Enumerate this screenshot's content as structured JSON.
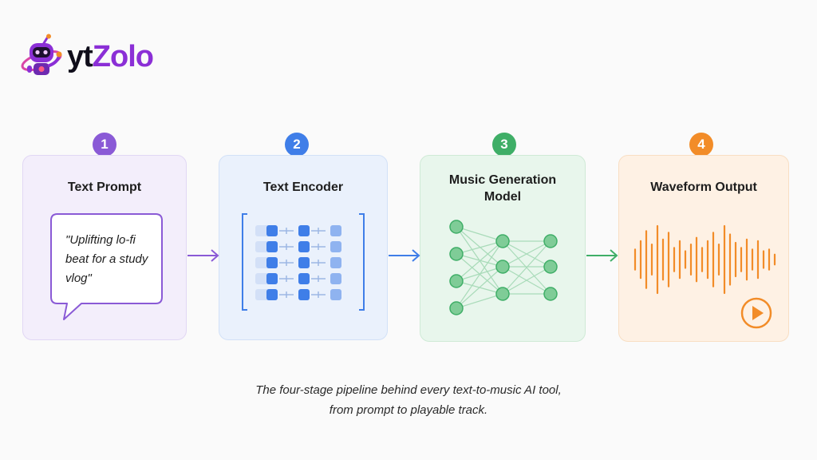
{
  "brand": {
    "name_part1": "yt",
    "name_part2": "Zolo",
    "colors": {
      "dark": "#0f0d1a",
      "accent": "#8b2fd6"
    }
  },
  "pipeline": [
    {
      "step": "1",
      "title": "Text Prompt",
      "accent": "#8a5ad6",
      "bg": "#f3eefb",
      "border": "#e1d7f4",
      "icon": "speech-bubble-icon"
    },
    {
      "step": "2",
      "title": "Text Encoder",
      "accent": "#3f7ee8",
      "bg": "#eaf1fc",
      "border": "#d2e1f7",
      "icon": "token-grid-icon"
    },
    {
      "step": "3",
      "title": "Music Generation Model",
      "accent": "#3fae67",
      "bg": "#e8f6ec",
      "border": "#cfead6",
      "icon": "neural-network-icon"
    },
    {
      "step": "4",
      "title": "Waveform Output",
      "accent": "#f28c28",
      "bg": "#fef1e4",
      "border": "#f8dec3",
      "icon": "waveform-icon"
    }
  ],
  "prompt_text": "\"Uplifting lo-fi beat for a study vlog\"",
  "caption": {
    "line1": "The four-stage pipeline behind every text-to-music AI tool,",
    "line2": "from prompt to playable track."
  },
  "waveform_levels": [
    0.3,
    0.55,
    0.85,
    0.45,
    1.0,
    0.6,
    0.8,
    0.35,
    0.55,
    0.25,
    0.45,
    0.65,
    0.35,
    0.55,
    0.8,
    0.45,
    1.0,
    0.75,
    0.5,
    0.35,
    0.6,
    0.3,
    0.55,
    0.25,
    0.3,
    0.15
  ]
}
